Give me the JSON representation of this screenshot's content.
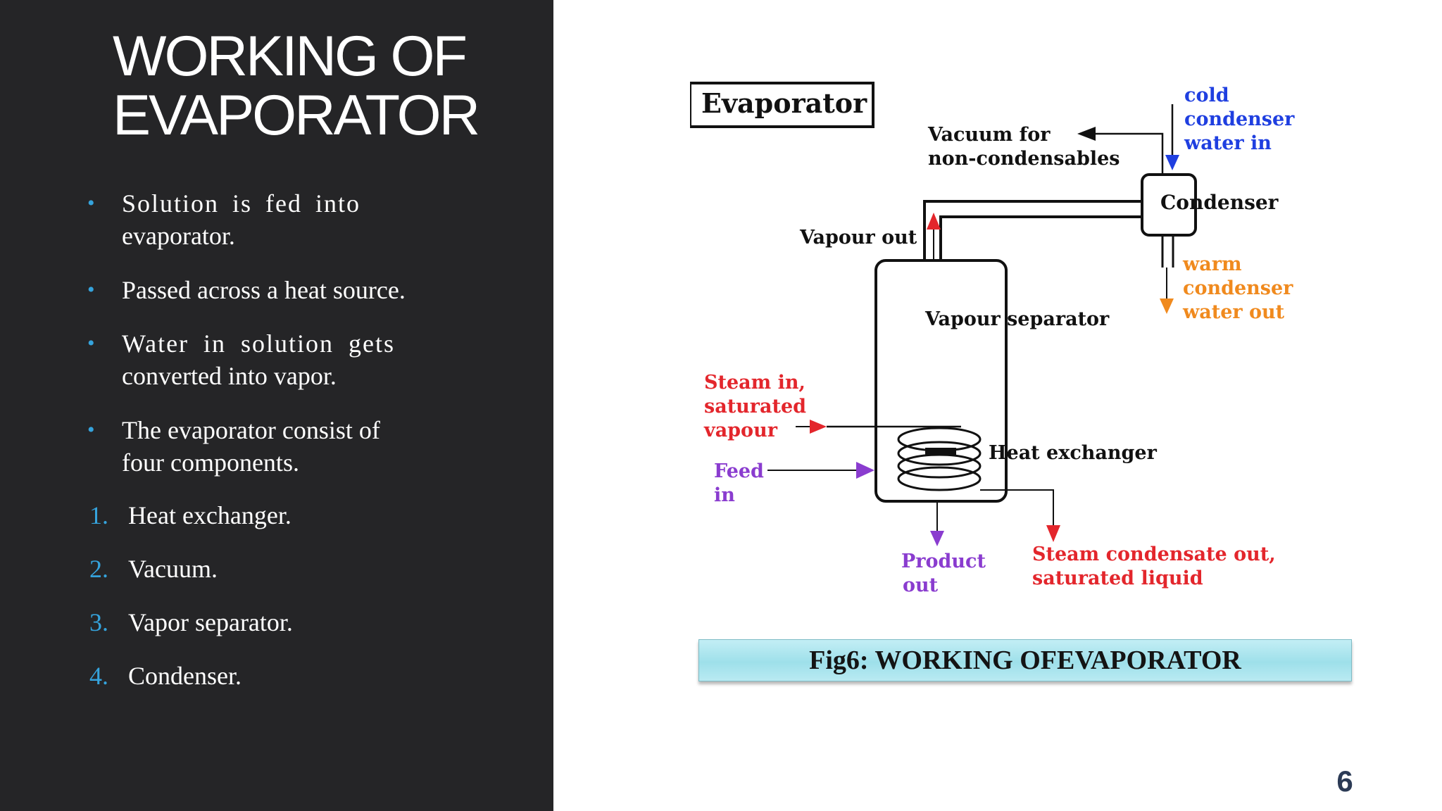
{
  "slide": {
    "title_line1": "WORKING OF",
    "title_line2": "EVAPORATOR",
    "bullets": [
      {
        "marker": "•",
        "line1": "Solution is fed into",
        "line2": "evaporator."
      },
      {
        "marker": "•",
        "line1": "Passed across a heat source.",
        "line2": ""
      },
      {
        "marker": "•",
        "line1": "Water in solution gets",
        "line2": "converted into vapor."
      },
      {
        "marker": "•",
        "line1": "The evaporator consist of",
        "line2": "four components."
      }
    ],
    "components": [
      {
        "number": "1.",
        "label": "Heat exchanger."
      },
      {
        "number": "2.",
        "label": "Vacuum."
      },
      {
        "number": "3.",
        "label": "Vapor separator."
      },
      {
        "number": "4.",
        "label": "Condenser."
      }
    ],
    "page_number": "6"
  },
  "colors": {
    "left_panel": "#252527",
    "bullet_accent": "#35a3dc",
    "blue_label": "#1f3fe0",
    "orange_label": "#f08a1e",
    "red_label": "#e3262c",
    "purple_label": "#8a3ccf"
  },
  "diagram": {
    "title_box": "Evaporator",
    "vacuum_line1": "Vacuum for",
    "vacuum_line2": "non-condensables",
    "cold_line1": "cold",
    "cold_line2": "condenser",
    "cold_line3": "water in",
    "condenser": "Condenser",
    "warm_line1": "warm",
    "warm_line2": "condenser",
    "warm_line3": "water out",
    "vapour_out": "Vapour out",
    "vapour_separator": "Vapour separator",
    "steam_line1": "Steam in,",
    "steam_line2": "saturated",
    "steam_line3": "vapour",
    "heat_exchanger": "Heat exchanger",
    "feed_line1": "Feed",
    "feed_line2": "in",
    "product_line1": "Product",
    "product_line2": "out",
    "condensate_line1": "Steam condensate out,",
    "condensate_line2": "saturated liquid"
  },
  "caption": "Fig6: WORKING OFEVAPORATOR"
}
